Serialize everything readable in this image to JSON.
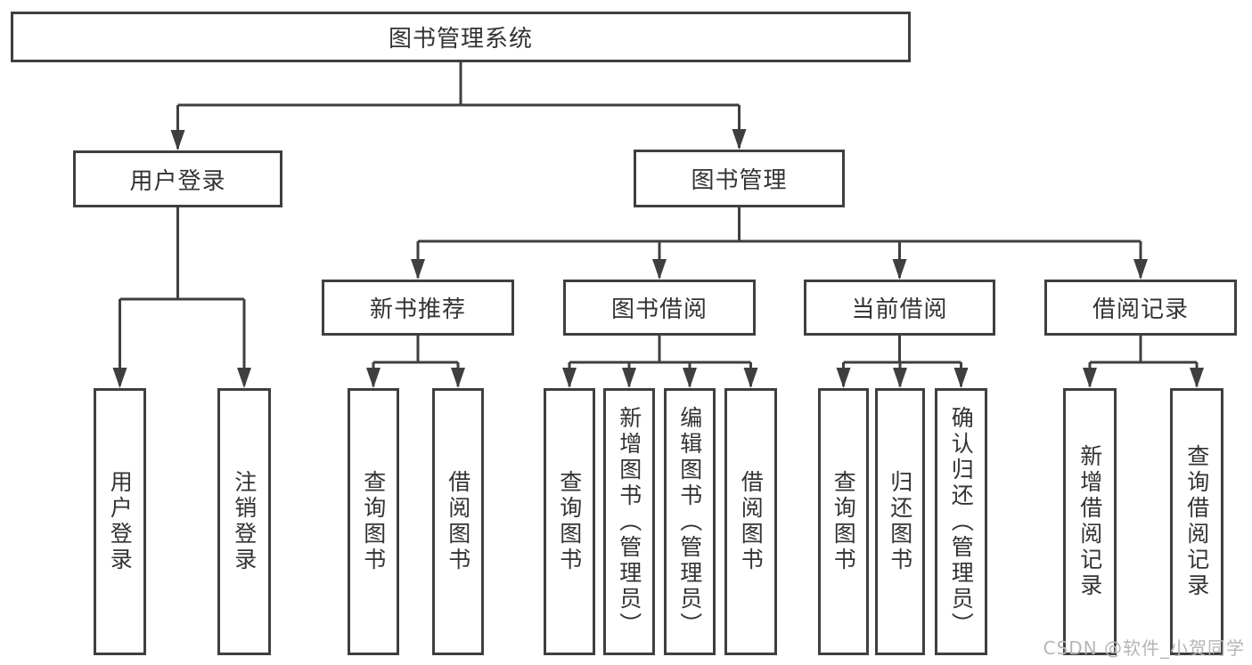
{
  "diagram": {
    "root": {
      "label": "图书管理系统",
      "children": [
        {
          "label": "用户登录",
          "children": [
            {
              "label": "用户登录"
            },
            {
              "label": "注销登录"
            }
          ]
        },
        {
          "label": "图书管理",
          "children": [
            {
              "label": "新书推荐",
              "children": [
                {
                  "label": "查询图书"
                },
                {
                  "label": "借阅图书"
                }
              ]
            },
            {
              "label": "图书借阅",
              "children": [
                {
                  "label": "查询图书"
                },
                {
                  "label": "新增图书（管理员）"
                },
                {
                  "label": "编辑图书（管理员）"
                },
                {
                  "label": "借阅图书"
                }
              ]
            },
            {
              "label": "当前借阅",
              "children": [
                {
                  "label": "查询图书"
                },
                {
                  "label": "归还图书"
                },
                {
                  "label": "确认归还（管理员）"
                }
              ]
            },
            {
              "label": "借阅记录",
              "children": [
                {
                  "label": "新增借阅记录"
                },
                {
                  "label": "查询借阅记录"
                }
              ]
            }
          ]
        }
      ]
    },
    "watermark": "CSDN @软件_小贺同学",
    "colors": {
      "line": "#3f3f3f",
      "text": "#333333",
      "watermark": "#b5b5b5",
      "background": "#ffffff"
    }
  }
}
